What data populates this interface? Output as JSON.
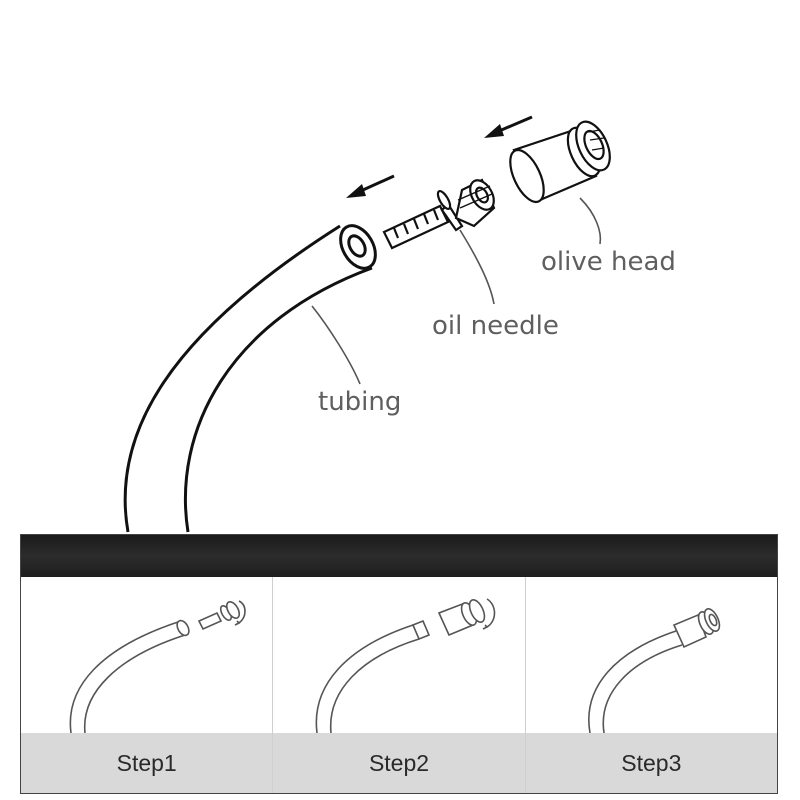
{
  "diagram": {
    "labels": {
      "olive_head": "olive head",
      "oil_needle": "oil needle",
      "tubing": "tubing"
    }
  },
  "steps": [
    {
      "label": "Step1"
    },
    {
      "label": "Step2"
    },
    {
      "label": "Step3"
    }
  ]
}
